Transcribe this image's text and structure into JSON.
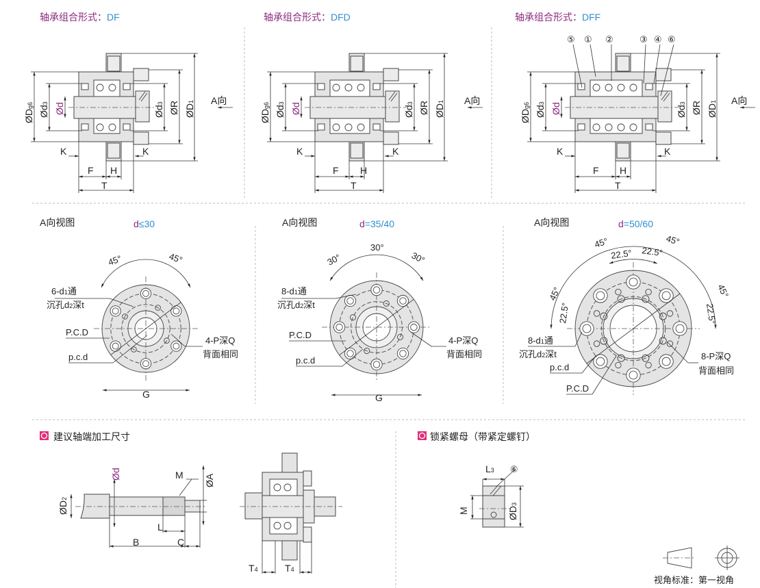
{
  "top": {
    "title_prefix": "轴承组合形式：",
    "panels": [
      {
        "type": "DF"
      },
      {
        "type": "DFD"
      },
      {
        "type": "DFF"
      }
    ],
    "labels": {
      "dg6_main": "ØD",
      "dg6_sub": "g6",
      "d3_main": "Ød",
      "d3_sub": "3",
      "d": "Ød",
      "r": "ØR",
      "d1_main": "ØD",
      "d1_sub": "1",
      "a_dir": "A向",
      "k": "K",
      "f": "F",
      "h": "H",
      "t": "T"
    },
    "callouts": [
      "⑤",
      "①",
      "②",
      "③",
      "④",
      "⑥"
    ]
  },
  "middle": {
    "view_title": "A向视图",
    "panels": [
      {
        "d_prefix": "d",
        "d_value": "≤30",
        "angles": [
          "45°",
          "45°"
        ],
        "hole_label": "6-d",
        "hole_sub": "1",
        "hole_suffix": "通",
        "counterbore_prefix": "沉孔d",
        "counterbore_sub": "2",
        "counterbore_suffix": "深t",
        "pcd_outer": "P.C.D",
        "pcd_inner": "p.c.d",
        "tap_label": "4-P深Q",
        "back_same": "背面相同",
        "g": "G"
      },
      {
        "d_prefix": "d",
        "d_value": "=35/40",
        "angles": [
          "30°",
          "30°",
          "30°"
        ],
        "hole_label": "8-d",
        "hole_sub": "1",
        "hole_suffix": "通",
        "counterbore_prefix": "沉孔d",
        "counterbore_sub": "2",
        "counterbore_suffix": "深t",
        "pcd_outer": "P.C.D",
        "pcd_inner": "p.c.d",
        "tap_label": "4-P深Q",
        "back_same": "背面相同",
        "g": "G"
      },
      {
        "d_prefix": "d",
        "d_value": "=50/60",
        "angles": [
          "45°",
          "45°",
          "22.5°",
          "22.5°",
          "45°",
          "22.5°",
          "45°",
          "22.5°"
        ],
        "hole_label": "8-d",
        "hole_sub": "1",
        "hole_suffix": "通",
        "counterbore_prefix": "沉孔d",
        "counterbore_sub": "2",
        "counterbore_suffix": "深t",
        "pcd_outer": "P.C.D",
        "pcd_inner": "p.c.d",
        "tap_label": "8-P深Q",
        "back_same": "背面相同"
      }
    ]
  },
  "bottom": {
    "shaft": {
      "title": "建议轴端加工尺寸",
      "d2_main": "ØD",
      "d2_sub": "2",
      "d": "Ød",
      "m": "M",
      "a": "ØA",
      "l": "L",
      "b": "B",
      "c": "C",
      "t4_main": "T",
      "t4_sub": "4"
    },
    "locknut": {
      "title": "锁紧螺母（带紧定螺钉）",
      "l3_main": "L",
      "l3_sub": "3",
      "callout": "⑥",
      "m": "M",
      "d3_main": "ØD",
      "d3_sub": "3"
    },
    "view_standard": "视角标准：第一视角"
  },
  "colors": {
    "purple": "#8b2a7f",
    "blue": "#2f8fcf",
    "bullet": "#e0307a",
    "part_fill": "#e4e4e4"
  }
}
